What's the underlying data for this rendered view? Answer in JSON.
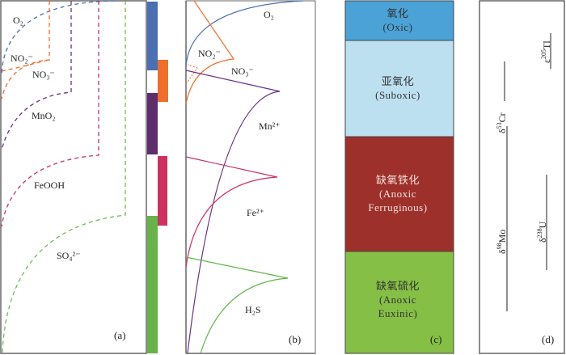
{
  "panel_a": {
    "tag": "(a)",
    "labels": {
      "o2": "O₂",
      "no2": "NO₂⁻",
      "no3": "NO₃⁻",
      "mno2": "MnO₂",
      "feooh": "FeOOH",
      "so4": "SO₄²⁻"
    }
  },
  "panel_b": {
    "tag": "(b)",
    "labels": {
      "o2": "O₂",
      "no2": "NO₂⁻",
      "no3": "NO₃⁻",
      "mn": "Mn²⁺",
      "fe": "Fe²⁺",
      "h2s": "H₂S"
    }
  },
  "panel_c": {
    "tag": "(c)",
    "zones": [
      {
        "cn": "氧化",
        "en1": "(Oxic)",
        "en2": "",
        "color": "#4aa2d6",
        "text_color": "#333333"
      },
      {
        "cn": "亚氧化",
        "en1": "(Suboxic)",
        "en2": "",
        "color": "#bde0f1",
        "text_color": "#333333"
      },
      {
        "cn": "缺氧铁化",
        "en1": "(Anoxic",
        "en2": "Ferruginous)",
        "color": "#9e302b",
        "text_color": "#f3e0dc"
      },
      {
        "cn": "缺氧硫化",
        "en1": "(Anoxic",
        "en2": "Euxinic)",
        "color": "#86bf46",
        "text_color": "#333333"
      }
    ]
  },
  "panel_d": {
    "tag": "(d)",
    "proxies": [
      {
        "symbol": "δ",
        "mass": "53",
        "element": "Cr"
      },
      {
        "symbol": "ε",
        "mass": "205",
        "element": "Tl"
      },
      {
        "symbol": "δ",
        "mass": "98",
        "element": "Mo"
      },
      {
        "symbol": "δ",
        "mass": "238",
        "element": "U"
      }
    ]
  },
  "colors": {
    "o2": "#4a6fb3",
    "no": "#ee6e2c",
    "mn": "#5f2d6b",
    "fe": "#cc3160",
    "s": "#68b24a"
  }
}
